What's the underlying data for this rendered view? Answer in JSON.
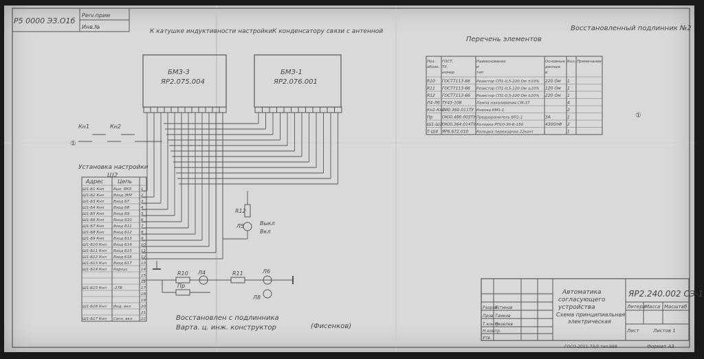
{
  "corner_code": "Р5 0000 ЭЗ.О1б",
  "corner_small": [
    "Perv.прим",
    "Инв.№"
  ],
  "top_right_note": "Восстановленный подлинник №2",
  "labels": {
    "coil": "К катушке индуктивности настройки",
    "capacitor": "К конденсатору связи с антенной",
    "block1_line1": "БМЗ-3",
    "block1_line2": "ЯР2.075.004",
    "block2_line1": "БМЗ-1",
    "block2_line2": "ЯР2.076.001",
    "k1": "Кн1",
    "k2": "Кн2",
    "socket_title_1": "Установка настройки",
    "socket_title_2": "Ш2",
    "r12": "R12",
    "l5": "Л5",
    "vykl": "Выкл",
    "vkl": "Вкл",
    "r10": "R10",
    "pr": "Пр",
    "r11": "R11",
    "l4": "Л4",
    "l6": "Л6",
    "l8": "Л8",
    "bottom_note_1": "Восстановлен с подлинника",
    "bottom_note_2": "Варта. ц. инж. конструктор",
    "bottom_note_3": "(Фисенков)",
    "circle_marker": "①"
  },
  "socket_table": {
    "headers": [
      "Адрес",
      "Цепь"
    ],
    "rows": [
      [
        "Ш1-Б1 Кнп",
        "Вых. ВКЗ"
      ],
      [
        "Ш1-Б2 Кнп",
        "Вход ЭНУ"
      ],
      [
        "Ш1-Б3 Кнп",
        "Вход Б7"
      ],
      [
        "Ш1-Б4 Кнп",
        "Вход Б8"
      ],
      [
        "Ш1-Б5 Кнп",
        "Вход Б9"
      ],
      [
        "Ш1-Б6 Кнп",
        "Вход Б10"
      ],
      [
        "Ш1-Б7 Кнп",
        "Вход Б11"
      ],
      [
        "Ш1-Б8 Кнп",
        "Вход Б12"
      ],
      [
        "Ш1-Б9 Кнп",
        "Вход Б13"
      ],
      [
        "Ш1-Б10 Кнп",
        "Вход Б14"
      ],
      [
        "Ш1-Б11 Кнп",
        "Вход Б15"
      ],
      [
        "Ш1-Б12 Кнп",
        "Вход Б16"
      ],
      [
        "Ш1-Б13 Кнп",
        "Вход Б17"
      ],
      [
        "Ш1-Б14 Кнп",
        "Корпус"
      ],
      [
        "",
        ""
      ],
      [
        "",
        ""
      ],
      [
        "Ш1-Б15 Кнп",
        "-27В"
      ],
      [
        "",
        ""
      ],
      [
        "",
        ""
      ],
      [
        "Ш1-Б16 Кнп",
        "Инд. вкл"
      ],
      [
        "",
        ""
      ],
      [
        "Ш1-Б17 Кнп",
        "Сигн. вкл"
      ]
    ]
  },
  "elements_list": {
    "title": "Перечень элементов",
    "headers": [
      "Поз. обозн.",
      "ГОСТ, ТУ, номер чертежа",
      "Наименование и тип",
      "Основные данные и номинал",
      "Кол.",
      "Примечание"
    ],
    "rows": [
      [
        "R10",
        "ГОСТ7113-66",
        "Резистор СП1-0,5-220 Ом ±10%",
        "220 Ом",
        "1",
        ""
      ],
      [
        "R11",
        "ГОСТ7113-66",
        "Резистор СП1-0,5-120 Ом ±10%",
        "120 Ом",
        "1",
        ""
      ],
      [
        "R12",
        "ГОСТ7113-66",
        "Резистор СП1-0,5-220 Ом ±10%",
        "220 Ом",
        "1",
        ""
      ],
      [
        "Л4-Л6",
        "ТУ43-108",
        "Лампа накаливания СМ-37",
        "",
        "4",
        ""
      ],
      [
        "Кн1-Кн2",
        "ЕИ0.360.011ТУ",
        "Кнопка КМ1-1",
        "",
        "2",
        ""
      ],
      [
        "Пр",
        "ОЮ0.480.003ТУ",
        "Предохранитель ВП1-1",
        "3А",
        "1",
        ""
      ],
      [
        "Ш1-Ш2",
        "ОЮ0.364.014ТУ",
        "Колодка РП10-30-Б-150",
        "4300пФ",
        "2",
        ""
      ],
      [
        "Т-Ш4",
        "ЯР6.672.010",
        "Колодка переходная 22конт",
        "",
        "1",
        ""
      ]
    ],
    "marker": "①"
  },
  "title_block": {
    "designation": "ЯР2.240.002 СЭ-1",
    "name_1": "Автоматика",
    "name_2": "согласующего",
    "name_3": "устройства",
    "name_4": "Схема принципиальная",
    "name_5": "электрическая",
    "lit_header": "Литера",
    "mass_header": "Масса",
    "scale_header": "Масштаб",
    "sheet": "Лист",
    "sheets": "Листов 1",
    "roles": [
      "Разраб.",
      "Пров.",
      "Т.контр.",
      "Н.контр.",
      "Утв."
    ],
    "names": [
      "Устинов",
      "Тамков",
      "Яковлев"
    ],
    "bottom_code": "ГОСО-2011-73/3 тип.988",
    "format": "Формат А3"
  }
}
